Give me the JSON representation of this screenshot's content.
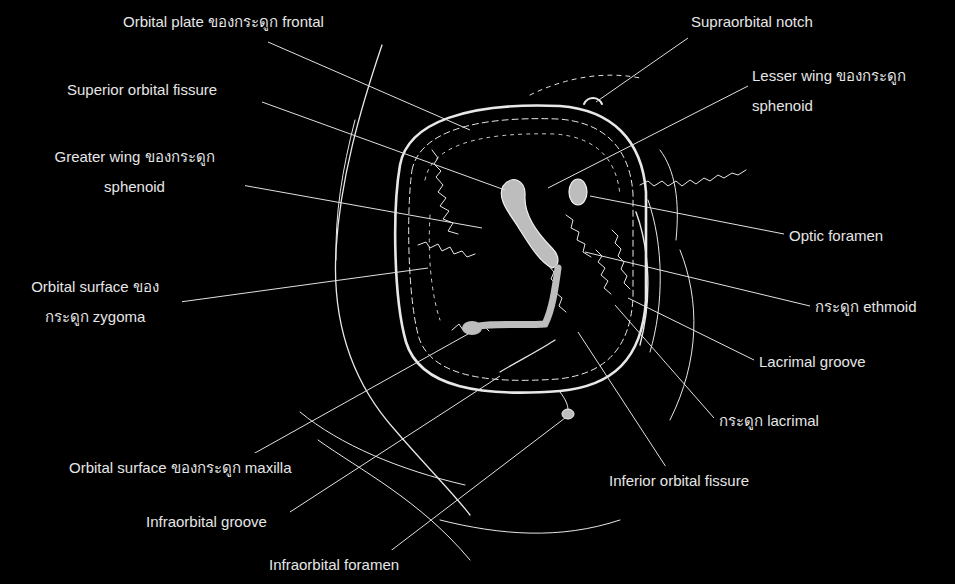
{
  "diagram": {
    "labels": [
      "Orbital plate ของกระดูก frontal",
      "Supraorbital notch",
      "Superior orbital fissure",
      "Lesser wing ของกระดูก sphenoid",
      "Greater wing ของกระดูก sphenoid",
      "Optic foramen",
      "Orbital surface ของกระดูก zygoma",
      "กระดูก ethmoid",
      "Lacrimal groove",
      "กระดูก lacrimal",
      "Inferior orbital fissure",
      "Orbital surface ของกระดูก maxilla",
      "Infraorbital groove",
      "Infraorbital foramen"
    ]
  }
}
